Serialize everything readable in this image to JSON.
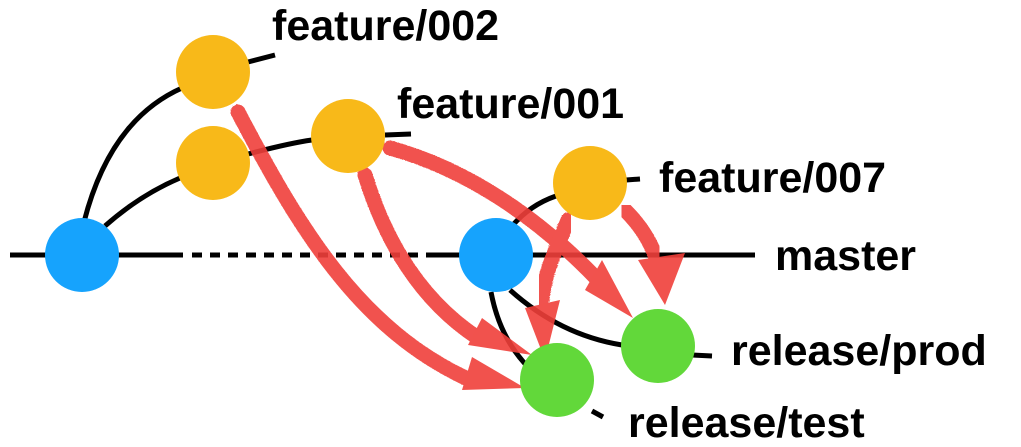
{
  "title": "Git branching: feature branches merged into release branches",
  "colors": {
    "master_node": "#16a3fd",
    "feature_node": "#f8b919",
    "release_node": "#62d83a",
    "line": "#000000",
    "arrow": "#f0403a"
  },
  "branches": {
    "feature_002": "feature/002",
    "feature_001": "feature/001",
    "feature_007": "feature/007",
    "master": "master",
    "release_prod": "release/prod",
    "release_test": "release/test"
  },
  "nodes": [
    {
      "id": "m1",
      "type": "master",
      "branch": "master"
    },
    {
      "id": "m2",
      "type": "master",
      "branch": "master"
    },
    {
      "id": "f2",
      "type": "feature",
      "branch": "feature/002"
    },
    {
      "id": "f1a",
      "type": "feature",
      "branch": "feature/001"
    },
    {
      "id": "f1b",
      "type": "feature",
      "branch": "feature/001"
    },
    {
      "id": "f7",
      "type": "feature",
      "branch": "feature/007"
    },
    {
      "id": "rp",
      "type": "release",
      "branch": "release/prod"
    },
    {
      "id": "rt",
      "type": "release",
      "branch": "release/test"
    }
  ],
  "merges": [
    {
      "from": "feature/002",
      "to": "release/test"
    },
    {
      "from": "feature/001",
      "to": "release/test"
    },
    {
      "from": "feature/001",
      "to": "release/prod"
    },
    {
      "from": "feature/007",
      "to": "release/test"
    },
    {
      "from": "feature/007",
      "to": "release/prod"
    }
  ]
}
